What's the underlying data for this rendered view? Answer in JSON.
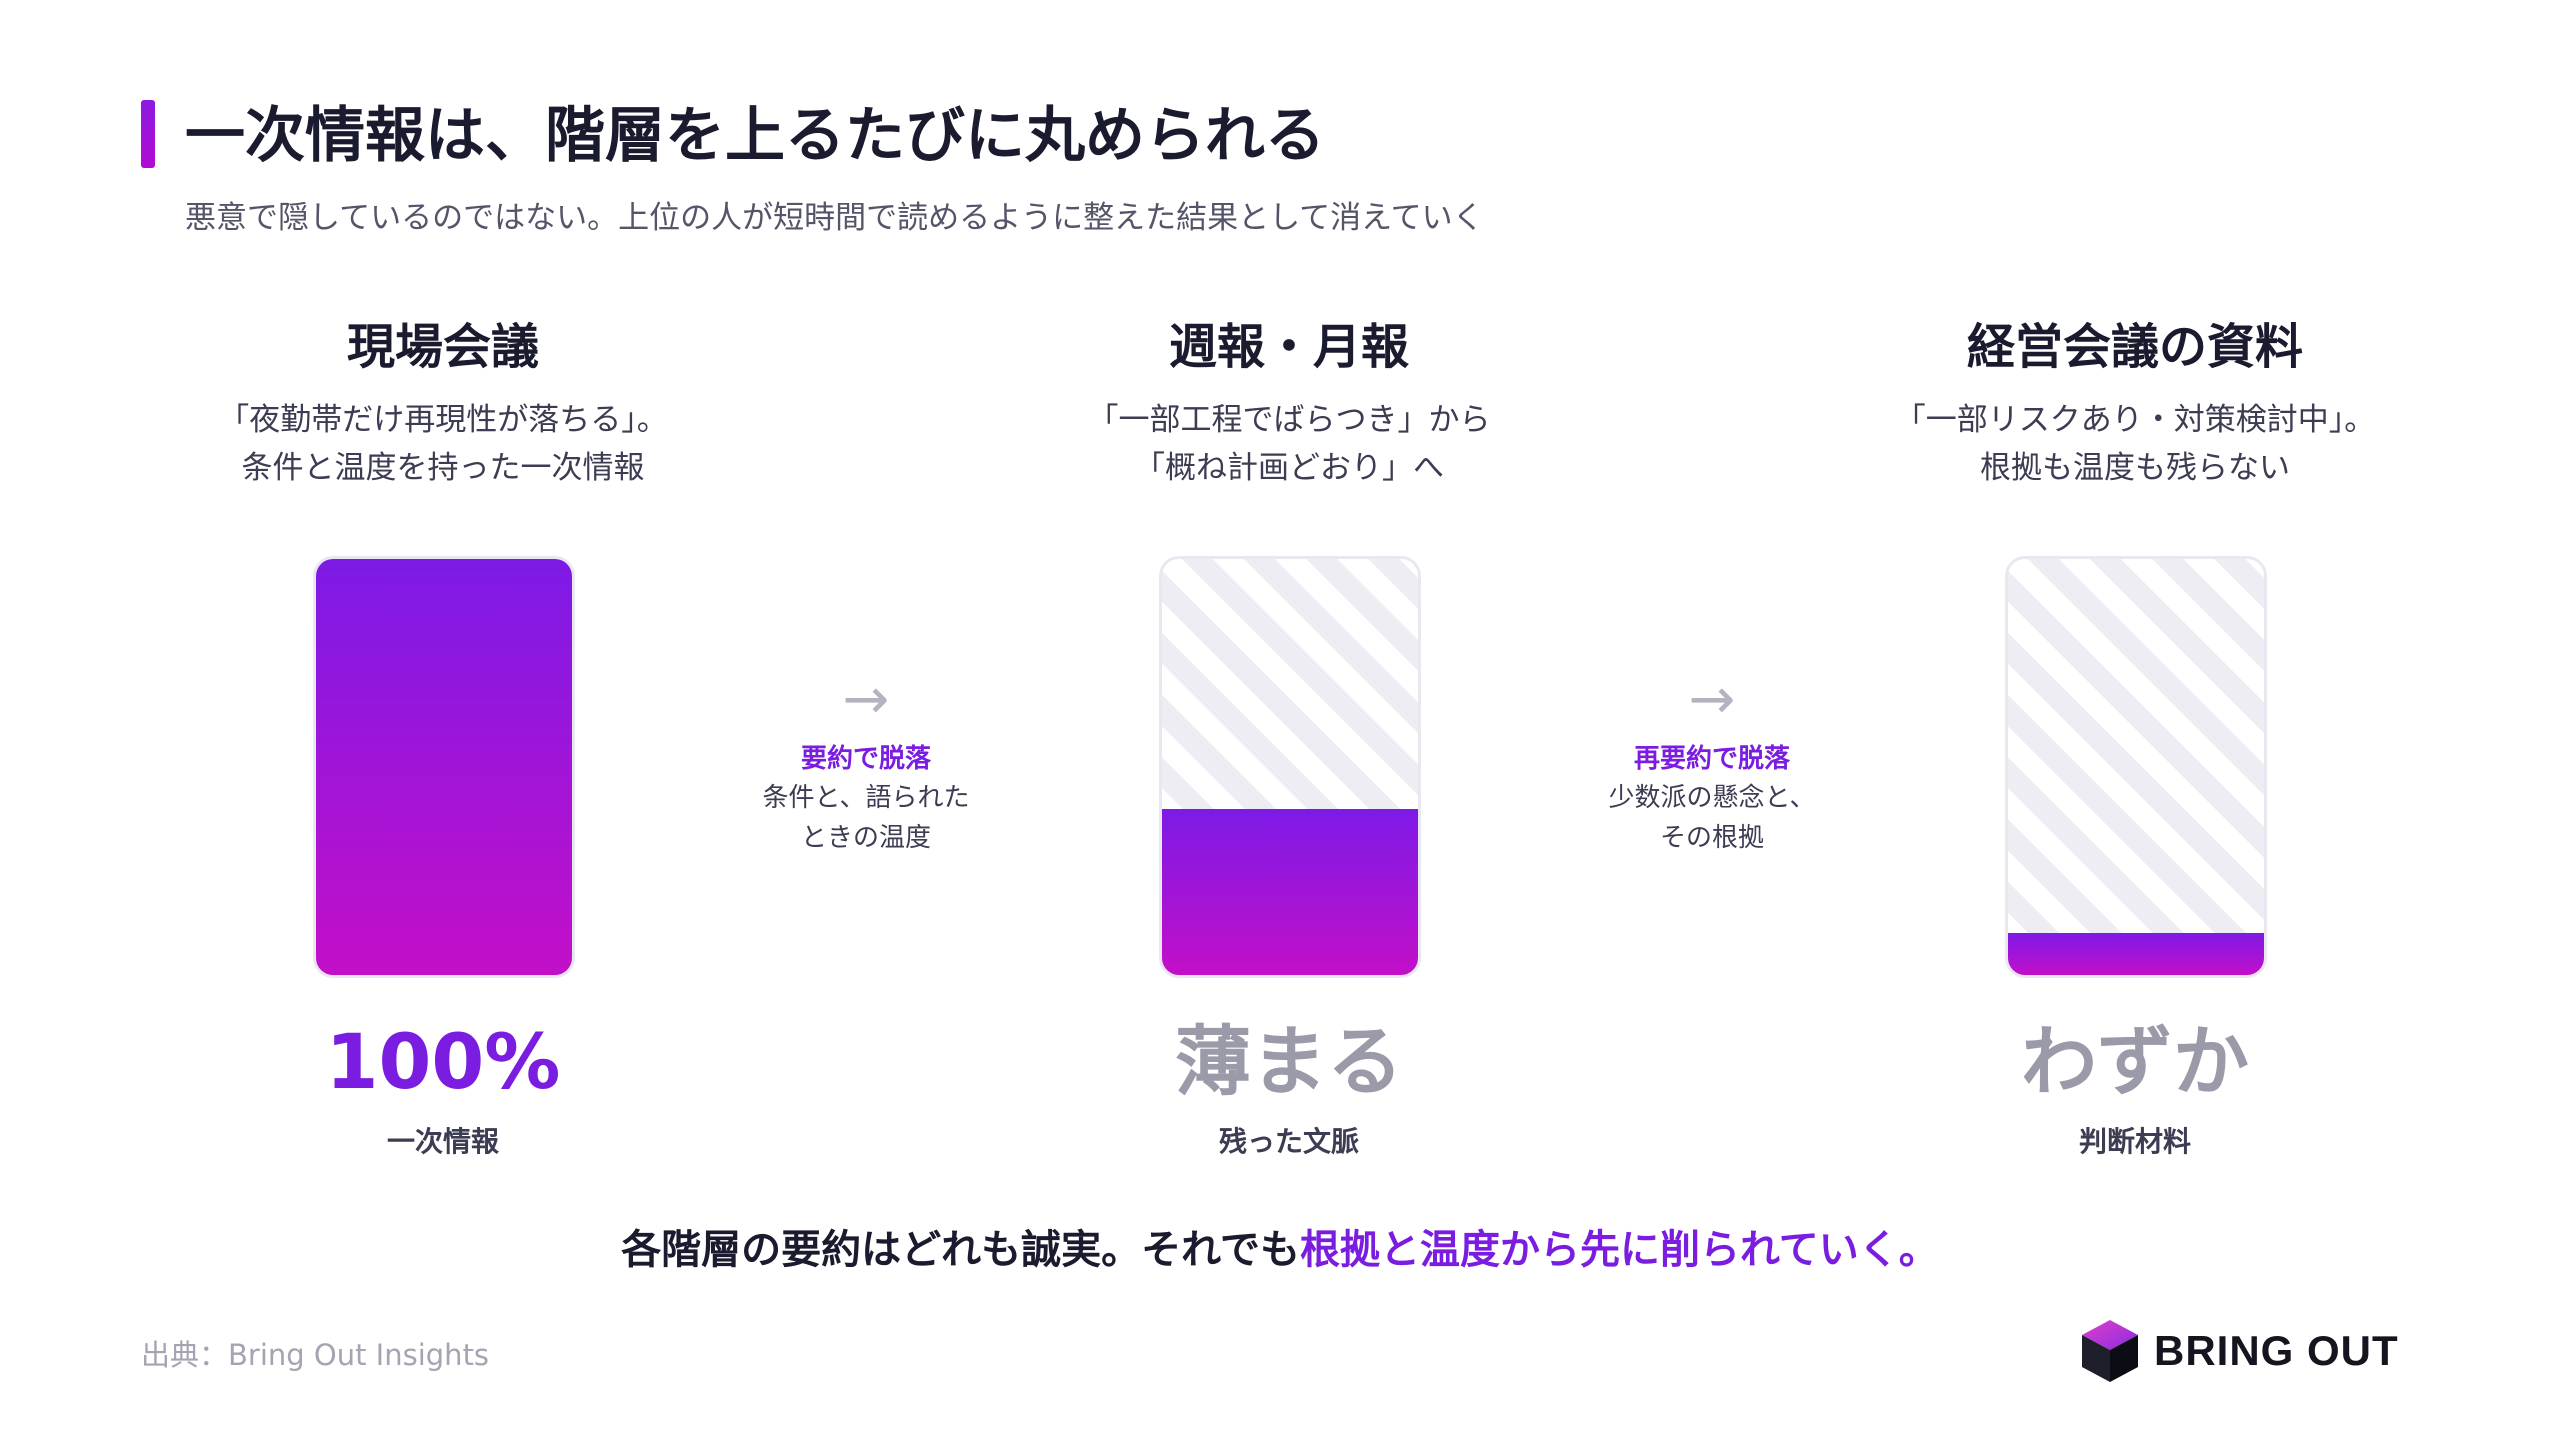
{
  "header": {
    "title": "一次情報は、階層を上るたびに丸められる",
    "subtitle": "悪意で隠しているのではない。上位の人が短時間で読めるように整えた結果として消えていく",
    "accent_color": "#8a1be0"
  },
  "stages": [
    {
      "title": "現場会議",
      "desc_line1": "「夜勤帯だけ再現性が落ちる」。",
      "desc_line2": "条件と温度を持った一次情報",
      "value": "100%",
      "label": "一次情報",
      "retained_fraction": 1.0
    },
    {
      "title": "週報・月報",
      "desc_line1": "「一部工程でばらつき」から",
      "desc_line2": "「概ね計画どおり」へ",
      "value": "薄まる",
      "label": "残った文脈",
      "retained_fraction": 0.4
    },
    {
      "title": "経営会議の資料",
      "desc_line1": "「一部リスクあり・対策検討中」。",
      "desc_line2": "根拠も温度も残らない",
      "value": "わずか",
      "label": "判断材料",
      "retained_fraction": 0.1
    }
  ],
  "transitions": [
    {
      "arrow": "→",
      "title": "要約で脱落",
      "desc_line1": "条件と、語られた",
      "desc_line2": "ときの温度"
    },
    {
      "arrow": "→",
      "title": "再要約で脱落",
      "desc_line1": "少数派の懸念と、",
      "desc_line2": "その根拠"
    }
  ],
  "conclusion": {
    "plain": "各階層の要約はどれも誠実。それでも",
    "highlight": "根拠と温度から先に削られていく。"
  },
  "footer": {
    "source": "出典：Bring Out Insights",
    "logo_text": "BRING OUT",
    "logo_icon": "cube-logo-icon"
  },
  "colors": {
    "accent": "#7a1de0",
    "gradient_top": "#7d1ae6",
    "gradient_bottom": "#c30fc8",
    "muted_value": "#9a9aa8"
  }
}
